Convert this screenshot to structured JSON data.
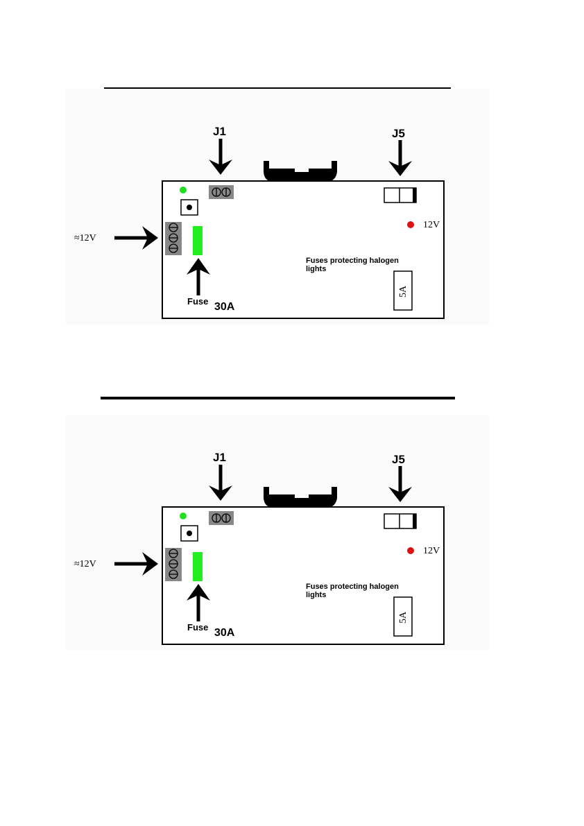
{
  "diagrams": [
    {
      "j1_label": "J1",
      "j5_label": "J5",
      "ac_label": "≈12V",
      "dc_label": "12V",
      "fuse_label": "Fuse",
      "fuse_rating": "30A",
      "halogen_line1": "Fuses protecting halogen",
      "halogen_line2": "lights",
      "small_fuse_rating": "5A"
    },
    {
      "j1_label": "J1",
      "j5_label": "J5",
      "ac_label": "≈12V",
      "dc_label": "12V",
      "fuse_label": "Fuse",
      "fuse_rating": "30A",
      "halogen_line1": "Fuses protecting halogen",
      "halogen_line2": "lights",
      "small_fuse_rating": "5A"
    }
  ],
  "colors": {
    "led_green": "#22dd22",
    "led_red": "#dd1111",
    "fuse_green": "#22ee22",
    "terminal_gray": "#888888"
  }
}
